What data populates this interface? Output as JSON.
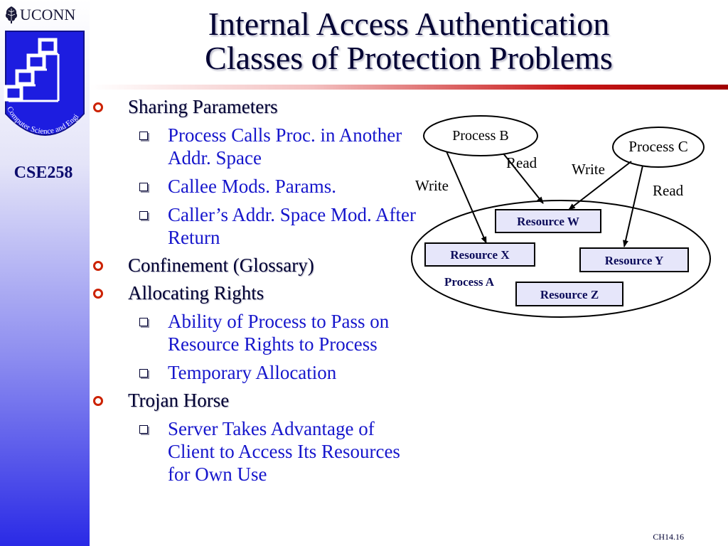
{
  "header": {
    "logo_text": "UCONN",
    "title_line1": "Internal Access Authentication",
    "title_line2": "Classes of Protection Problems"
  },
  "sidebar": {
    "badge_text": "Computer Science and Engineering",
    "course_code": "CSE258"
  },
  "content": {
    "sections": [
      {
        "label": "Sharing Parameters",
        "items": [
          "Process Calls Proc. in Another Addr. Space",
          "Callee Mods. Params.",
          "Caller’s Addr. Space Mod. After Return"
        ]
      },
      {
        "label": "Confinement (Glossary)",
        "items": []
      },
      {
        "label": "Allocating Rights",
        "items": [
          "Ability of Process to Pass on Resource Rights to Process",
          "Temporary Allocation"
        ]
      },
      {
        "label": "Trojan Horse",
        "items": [
          "Server Takes Advantage of Client to Access Its Resources for Own Use"
        ]
      }
    ]
  },
  "diagram": {
    "process_b": "Process B",
    "process_c": "Process C",
    "process_a": "Process A",
    "resource_w": "Resource W",
    "resource_x": "Resource X",
    "resource_y": "Resource Y",
    "resource_z": "Resource Z",
    "label_write_b": "Write",
    "label_read_b": "Read",
    "label_write_c": "Write",
    "label_read_c": "Read"
  },
  "footer": {
    "slide_number": "CH14.16"
  },
  "colors": {
    "sidebar_bottom": "#2a2ae6",
    "rule_red": "#c81818",
    "bullet_red": "#cc2200",
    "subitem_blue": "#1616cc",
    "resource_box_fill": "#e6e6fa"
  },
  "icons": {
    "bullet_level1": "hollow-circle-bullet-icon",
    "bullet_level2": "hollow-square-bullet-icon",
    "logo": "oak-leaf-icon",
    "badge": "networked-computers-icon"
  }
}
